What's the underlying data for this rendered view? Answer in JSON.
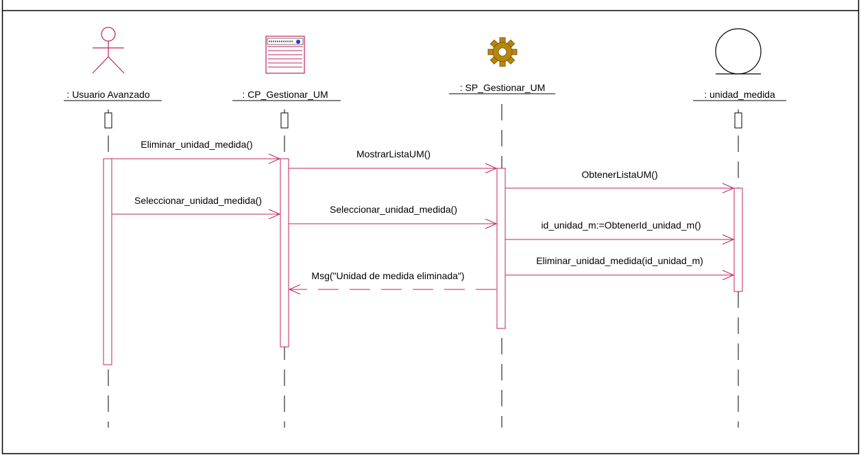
{
  "colors": {
    "frame": "#000000",
    "message": "#c0205f",
    "actor": "#c0205f",
    "form_icon": "#c0205f",
    "gear_icon": "#b8860b",
    "entity_icon": "#000000"
  },
  "lifelines": [
    {
      "label": ": Usuario Avanzado",
      "icon": "actor-icon"
    },
    {
      "label": ": CP_Gestionar_UM",
      "icon": "boundary-form-icon"
    },
    {
      "label": ": SP_Gestionar_UM",
      "icon": "control-gear-icon"
    },
    {
      "label": ": unidad_medida",
      "icon": "entity-circle-icon"
    }
  ],
  "messages": [
    {
      "label": "Eliminar_unidad_medida()",
      "from": 0,
      "to": 1,
      "kind": "call"
    },
    {
      "label": "MostrarListaUM()",
      "from": 1,
      "to": 2,
      "kind": "call"
    },
    {
      "label": "ObtenerListaUM()",
      "from": 2,
      "to": 3,
      "kind": "call"
    },
    {
      "label": "Seleccionar_unidad_medida()",
      "from": 0,
      "to": 1,
      "kind": "call"
    },
    {
      "label": "Seleccionar_unidad_medida()",
      "from": 1,
      "to": 2,
      "kind": "call"
    },
    {
      "label": "id_unidad_m:=ObtenerId_unidad_m()",
      "from": 2,
      "to": 3,
      "kind": "call"
    },
    {
      "label": "Eliminar_unidad_medida(id_unidad_m)",
      "from": 2,
      "to": 3,
      "kind": "call"
    },
    {
      "label": "Msg(\"Unidad de medida eliminada\")",
      "from": 2,
      "to": 1,
      "kind": "return"
    }
  ]
}
